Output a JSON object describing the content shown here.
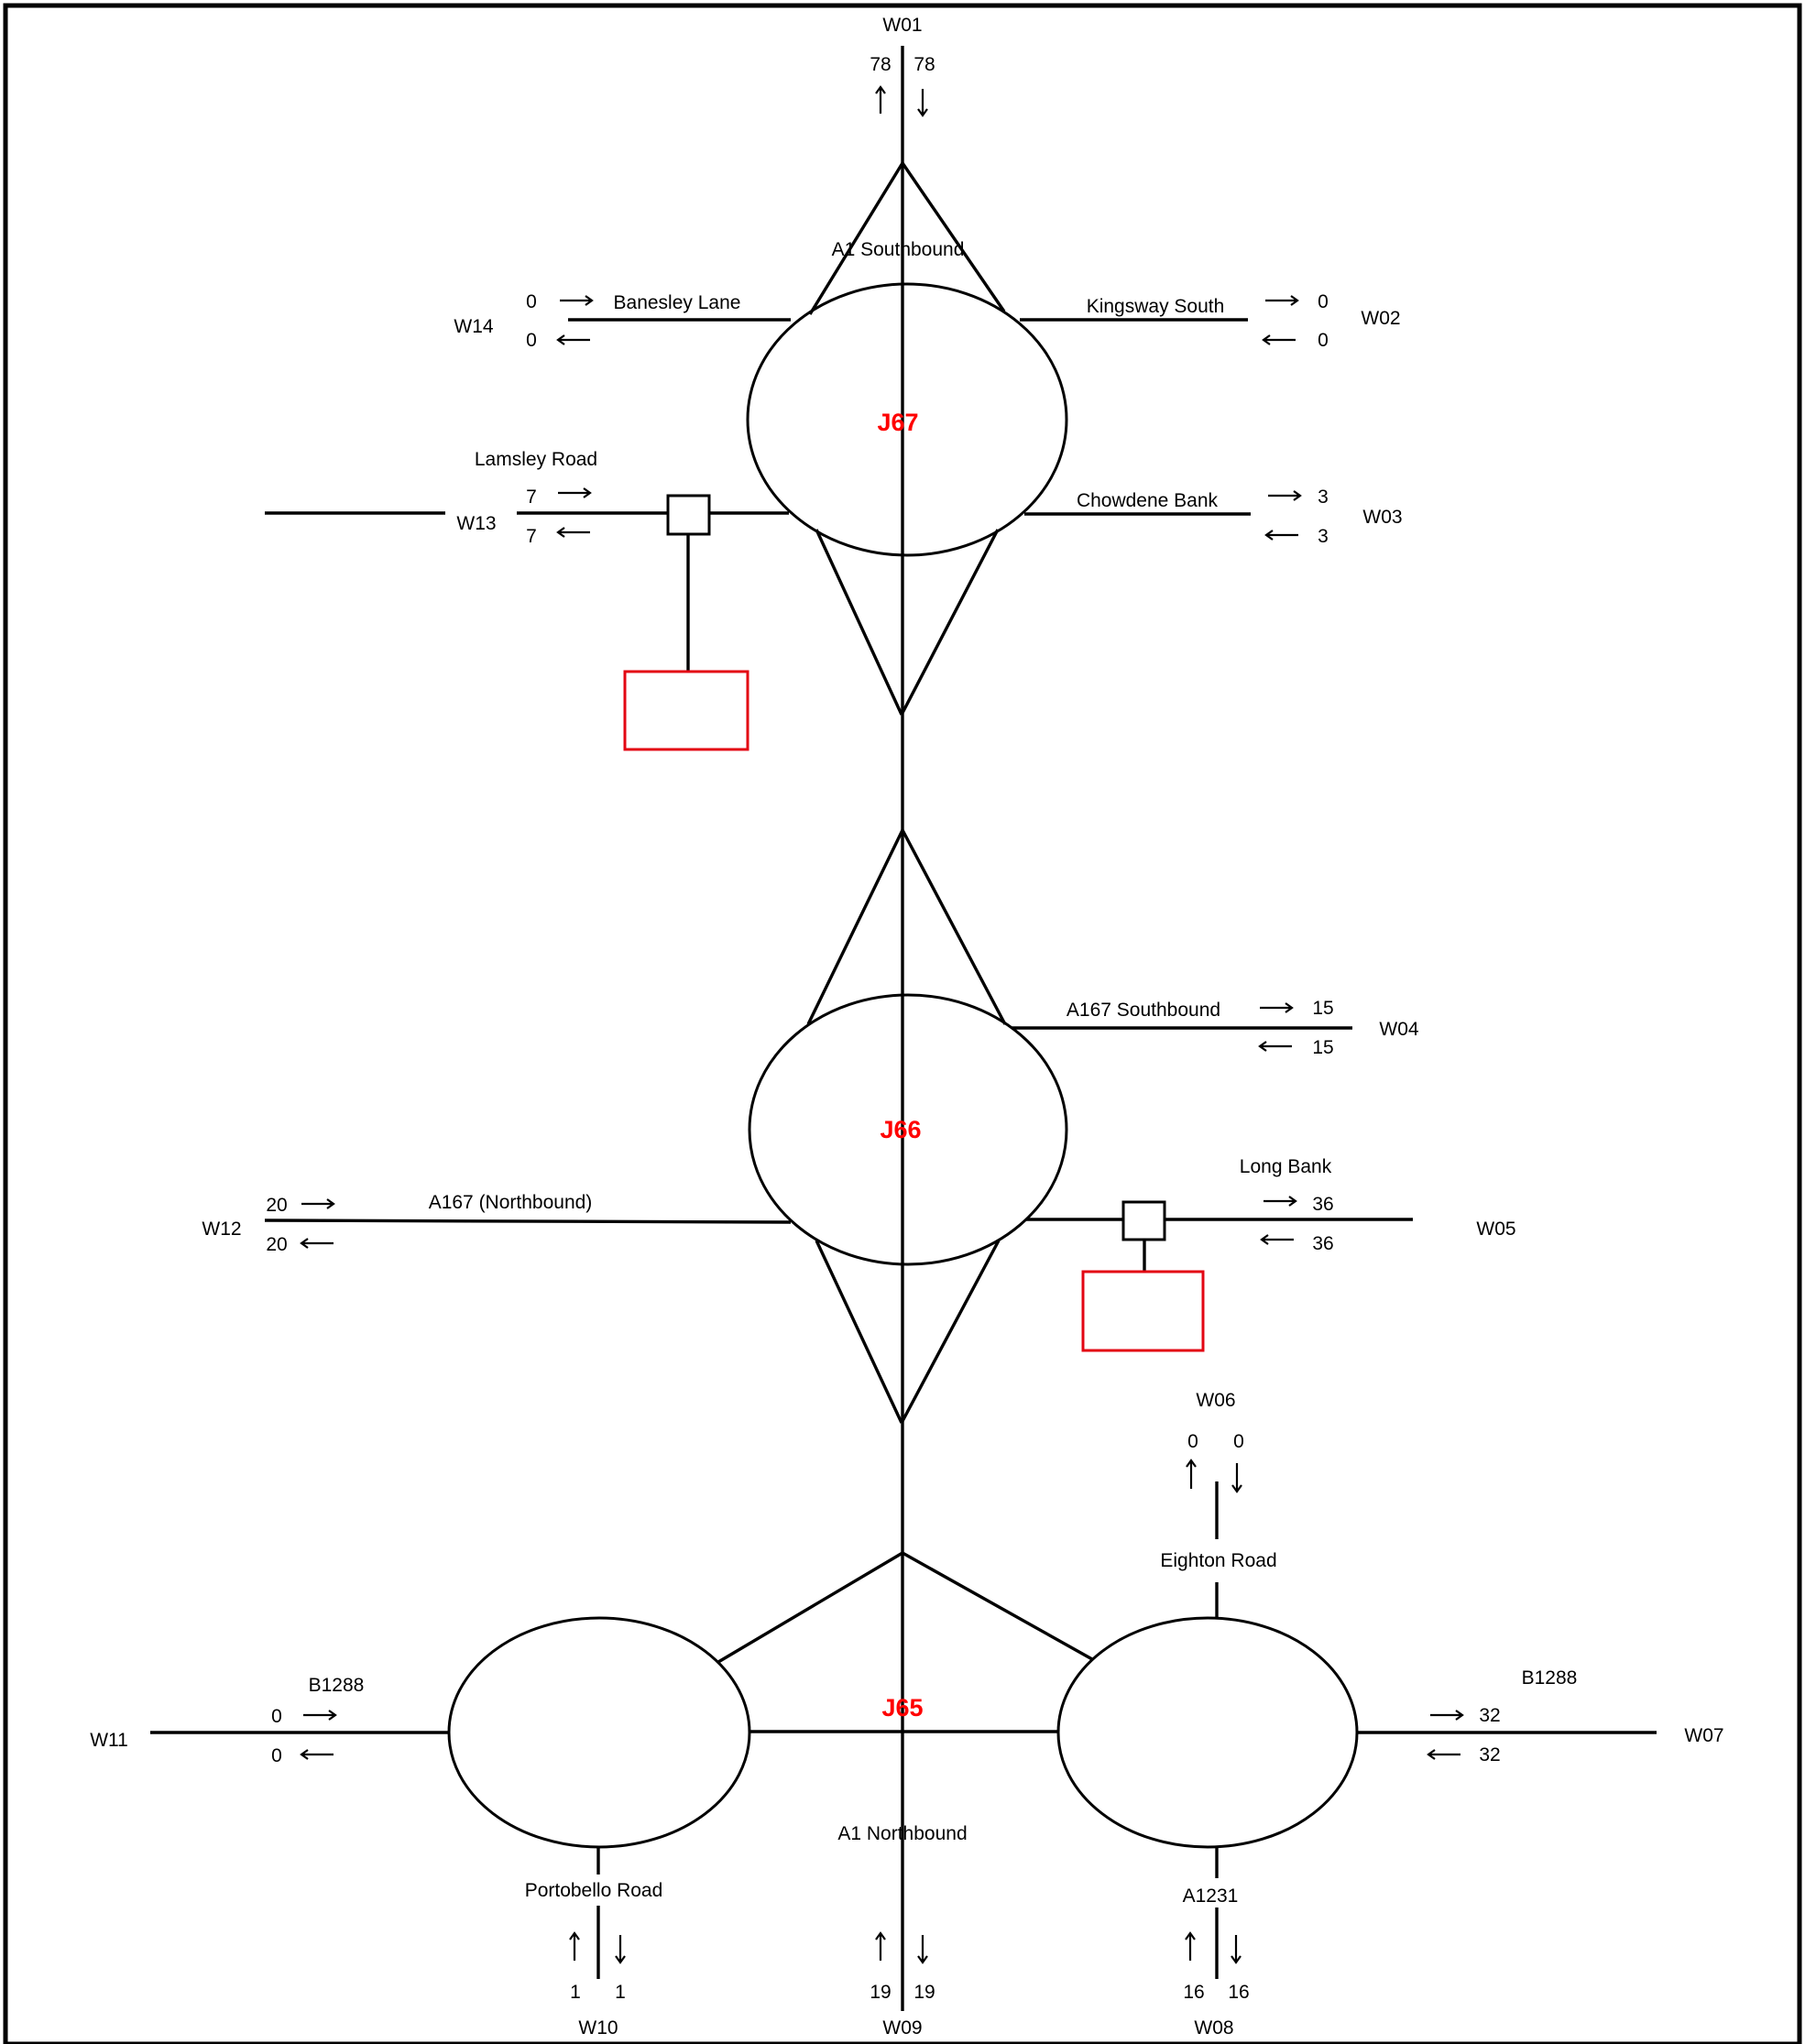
{
  "header_text": "",
  "junctions": {
    "j67": "J67",
    "j66": "J66",
    "j65": "J65"
  },
  "roads": {
    "a1_southbound": "A1  Southbound",
    "banesley_lane": "Banesley Lane",
    "kingsway_south": "Kingsway South",
    "lamsley_road": "Lamsley Road",
    "chowdene_bank": "Chowdene Bank",
    "a167_southbound": "A167 Southbound",
    "long_bank": "Long Bank",
    "a167_northbound": "A167 (Northbound)",
    "eighton_road": "Eighton Road",
    "b1288_west": "B1288",
    "b1288_east": "B1288",
    "portobello_road": "Portobello Road",
    "a1_northbound": "A1 Northbound",
    "a1231": "A1231"
  },
  "sites": {
    "w01": {
      "label": "W01",
      "up": "78",
      "down": "78"
    },
    "w02": {
      "label": "W02",
      "right": "0",
      "left": "0"
    },
    "w03": {
      "label": "W03",
      "right": "3",
      "left": "3"
    },
    "w04": {
      "label": "W04",
      "right": "15",
      "left": "15"
    },
    "w05": {
      "label": "W05",
      "right": "36",
      "left": "36"
    },
    "w06": {
      "label": "W06",
      "up": "0",
      "down": "0"
    },
    "w07": {
      "label": "W07",
      "right": "32",
      "left": "32"
    },
    "w08": {
      "label": "W08",
      "up": "16",
      "down": "16"
    },
    "w09": {
      "label": "W09",
      "up": "19",
      "down": "19"
    },
    "w10": {
      "label": "W10",
      "up": "1",
      "down": "1"
    },
    "w11": {
      "label": "W11",
      "right": "0",
      "left": "0"
    },
    "w12": {
      "label": "W12",
      "right": "20",
      "left": "20"
    },
    "w13": {
      "label": "W13",
      "right": "7",
      "left": "7"
    },
    "w14": {
      "label": "W14",
      "right": "0",
      "left": "0"
    }
  },
  "colors": {
    "line": "#000000",
    "junction_label": "#ff0000",
    "camera_box": "#e30613"
  }
}
